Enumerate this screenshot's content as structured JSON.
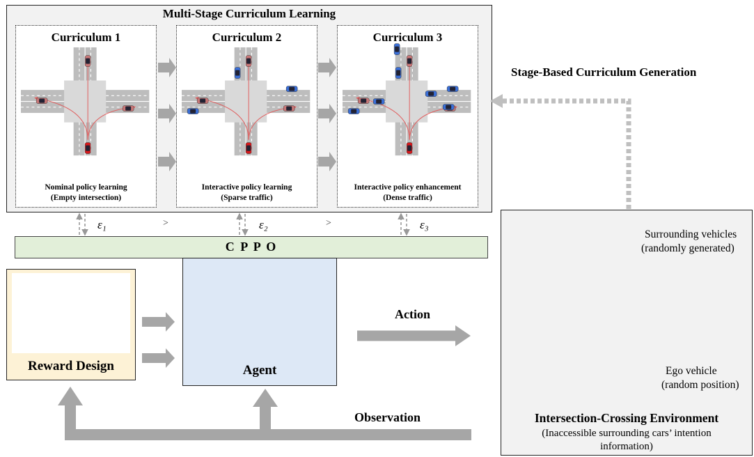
{
  "curriculum": {
    "title": "Multi-Stage Curriculum Learning",
    "stages": [
      {
        "title": "Curriculum 1",
        "caption": "Nominal policy learning",
        "subcaption": "(Empty intersection)"
      },
      {
        "title": "Curriculum 2",
        "caption": "Interactive policy learning",
        "subcaption": "(Sparse traffic)"
      },
      {
        "title": "Curriculum 3",
        "caption": "Interactive policy enhancement",
        "subcaption": "(Dense traffic)"
      }
    ],
    "epsilons": [
      "ε₁",
      "ε₂",
      "ε₃"
    ],
    "gt_symbol": ">"
  },
  "stage_based_label": "Stage-Based Curriculum Generation",
  "cppo_label": "C P P O",
  "reward": {
    "label": "Reward Design",
    "color": "#ef7d2e",
    "bg": "#fdf2d6"
  },
  "agent": {
    "label": "Agent",
    "bg": "#dde8f6"
  },
  "action_label": "Action",
  "observation_label": "Observation",
  "environment": {
    "title": "Intersection-Crossing Environment",
    "subtitle_line1": "(Inaccessible surrounding cars’ intention",
    "subtitle_line2": "information)",
    "surrounding_line1": "Surrounding vehicles",
    "surrounding_line2": "(randomly generated)",
    "ego_line1": "Ego vehicle",
    "ego_line2": "(random position)"
  },
  "colors": {
    "ego_car": "#d7191c",
    "ego_car_faded": "#c77777",
    "other_car": "#3a6fd8",
    "road": "#bdbdbd",
    "junction": "#d9d9d9",
    "arrow": "#a6a6a6",
    "cppo_bg": "#e2efd9",
    "input_node": "#f4b183",
    "hidden_node": "#9dc3e6",
    "output_node": "#c5e0b4"
  }
}
